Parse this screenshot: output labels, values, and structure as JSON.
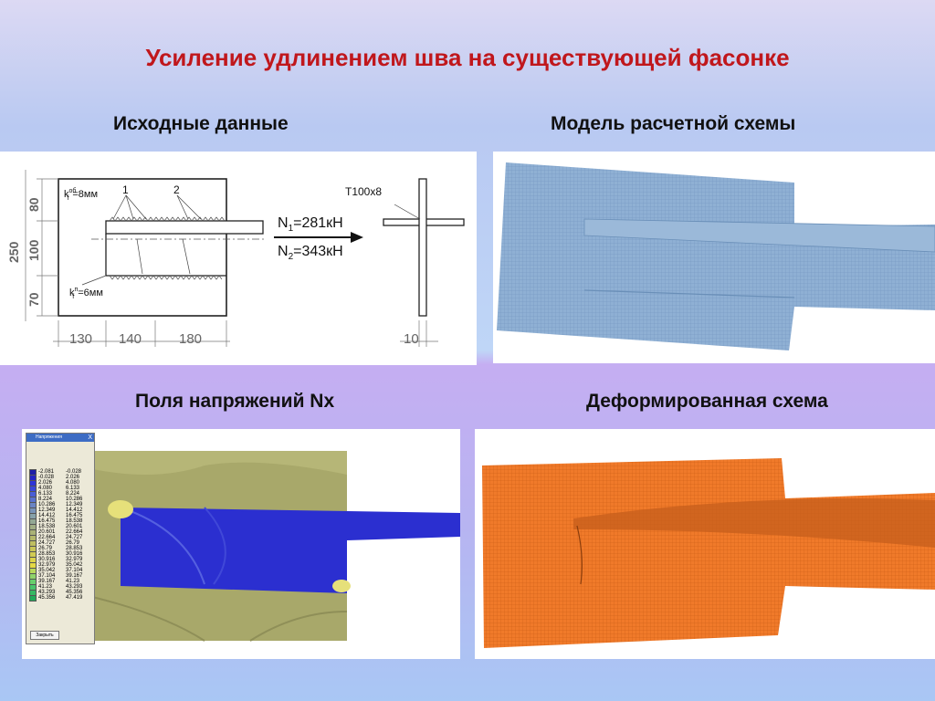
{
  "slide": {
    "title": "Усиление удлинением шва на существующей фасонке",
    "sections": {
      "initial": "Исходные данные",
      "model": "Модель расчетной схемы",
      "stress": "Поля напряжений Nx",
      "deformed": "Деформированная схема"
    }
  },
  "drawing": {
    "kf_top": "k",
    "kf_top_sup": "об",
    "kf_top_sub": "f",
    "kf_top_val": "=8мм",
    "kf_bottom": "k",
    "kf_bottom_sup": "п",
    "kf_bottom_sub": "f",
    "kf_bottom_val": "=6мм",
    "callout_1": "1",
    "callout_2": "2",
    "n1_label": "N",
    "n1_sub": "1",
    "n1_val": "=281кН",
    "n2_label": "N",
    "n2_sub": "2",
    "n2_val": "=343кН",
    "profile": "Т100х8",
    "dim_250": "250",
    "dim_80": "80",
    "dim_100": "100",
    "dim_70": "70",
    "dim_130": "130",
    "dim_140": "140",
    "dim_180": "180",
    "dim_10": "10"
  },
  "colors": {
    "title": "#c0171c",
    "model_mesh": "#8fb0d4",
    "deformed_mesh": "#f07a2a",
    "stress_blue": "#2b2fd0",
    "stress_olive": "#a8a86a"
  },
  "legend": {
    "title": "Напряжения",
    "close_button": "X",
    "close": "Закрыть",
    "rows": [
      {
        "from": "-2.081",
        "to": "-0.028",
        "color": "#1d1da8"
      },
      {
        "from": "-0.028",
        "to": "2.026",
        "color": "#2323c4"
      },
      {
        "from": "2.026",
        "to": "4.080",
        "color": "#2e35d8"
      },
      {
        "from": "4.080",
        "to": "6.133",
        "color": "#3a48da"
      },
      {
        "from": "6.133",
        "to": "8.224",
        "color": "#4a5ed6"
      },
      {
        "from": "8.224",
        "to": "10.286",
        "color": "#5a72cf"
      },
      {
        "from": "10.286",
        "to": "12.349",
        "color": "#6a84c4"
      },
      {
        "from": "12.349",
        "to": "14.412",
        "color": "#7893b8"
      },
      {
        "from": "14.412",
        "to": "16.475",
        "color": "#86a0a8"
      },
      {
        "from": "16.475",
        "to": "18.538",
        "color": "#93a894"
      },
      {
        "from": "18.538",
        "to": "20.601",
        "color": "#a0ad84"
      },
      {
        "from": "20.601",
        "to": "22.664",
        "color": "#aab276"
      },
      {
        "from": "22.664",
        "to": "24.727",
        "color": "#b4b86a"
      },
      {
        "from": "24.727",
        "to": "26.79",
        "color": "#bfbf60"
      },
      {
        "from": "26.79",
        "to": "28.853",
        "color": "#c9c658"
      },
      {
        "from": "28.853",
        "to": "30.916",
        "color": "#d2cc52"
      },
      {
        "from": "30.916",
        "to": "32.979",
        "color": "#dcd34a"
      },
      {
        "from": "32.979",
        "to": "35.042",
        "color": "#e4d944"
      },
      {
        "from": "35.042",
        "to": "37.104",
        "color": "#b8d85c"
      },
      {
        "from": "37.104",
        "to": "39.167",
        "color": "#8fd46a"
      },
      {
        "from": "39.167",
        "to": "41.23",
        "color": "#68cf6c"
      },
      {
        "from": "41.23",
        "to": "43.293",
        "color": "#49c46a"
      },
      {
        "from": "43.293",
        "to": "45.356",
        "color": "#36b862"
      },
      {
        "from": "45.356",
        "to": "47.419",
        "color": "#22aa58"
      }
    ]
  }
}
